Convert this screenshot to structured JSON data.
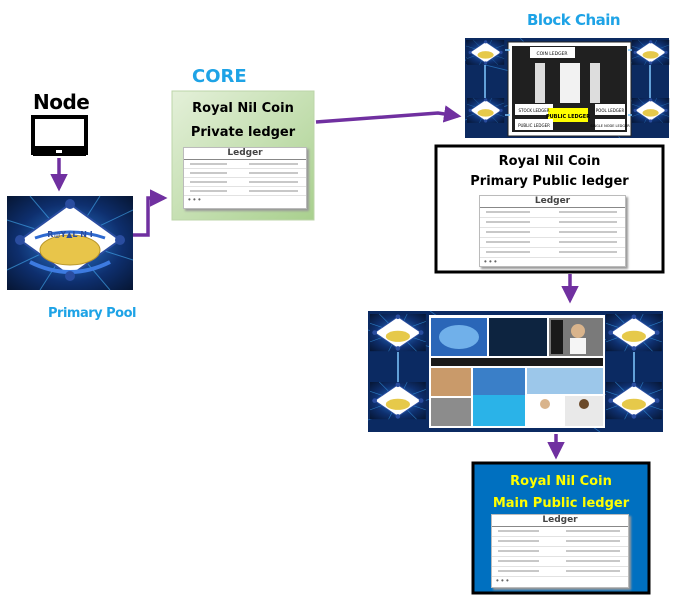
{
  "labels": {
    "node": "Node",
    "core": "CORE",
    "block_chain": "Block Chain",
    "primary_pool": "Primary Pool"
  },
  "core_box": {
    "line1": "Royal Nil Coin",
    "line2": "Private ledger"
  },
  "primary_public": {
    "line1": "Royal Nil Coin",
    "line2": "Primary Public ledger"
  },
  "main_public": {
    "line1": "Royal Nil Coin",
    "line2": "Main Public ledger"
  },
  "ledger_title": "Ledger",
  "ledger_more": "• • •",
  "block_chain_panel": {
    "coin_ledger": "COIN LEDGER",
    "stock_ledger": "STOCK LEDGER",
    "public_ledger": "PUBLIC LEDGER",
    "pool_ledger": "POOL LEDGER",
    "public_ledger_small": "PUBLIC LEDGER",
    "single_node_ledger": "SINGLE NODE LEDGER"
  },
  "logo_text": "R◎Y▲L N I",
  "colors": {
    "arrow": "#7030a0",
    "core_green": "#c6e0b4",
    "title_blue": "#1ea3e6",
    "main_blue": "#0070c0",
    "main_text": "#ffff00"
  }
}
